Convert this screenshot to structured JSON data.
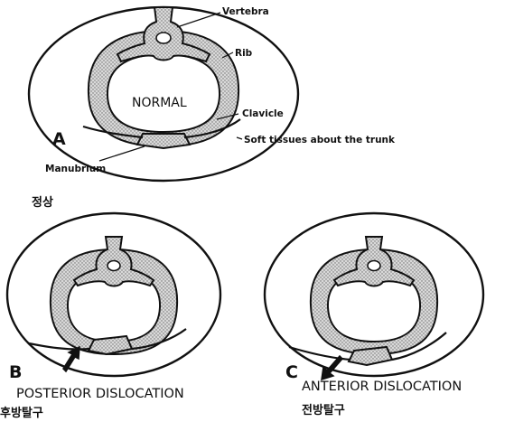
{
  "panel_a": {
    "letter": "A",
    "center_label": "NORMAL",
    "korean_caption": "정상",
    "labels": {
      "vertebra": "Vertebra",
      "rib": "Rib",
      "clavicle": "Clavicle",
      "soft_tissues": "Soft tissues about the trunk",
      "manubrium": "Manubrium"
    }
  },
  "panel_b": {
    "letter": "B",
    "caption": "POSTERIOR  DISLOCATION",
    "korean_caption": "후방탈구"
  },
  "panel_c": {
    "letter": "C",
    "caption": "ANTERIOR  DISLOCATION",
    "korean_caption": "전방탈구"
  }
}
